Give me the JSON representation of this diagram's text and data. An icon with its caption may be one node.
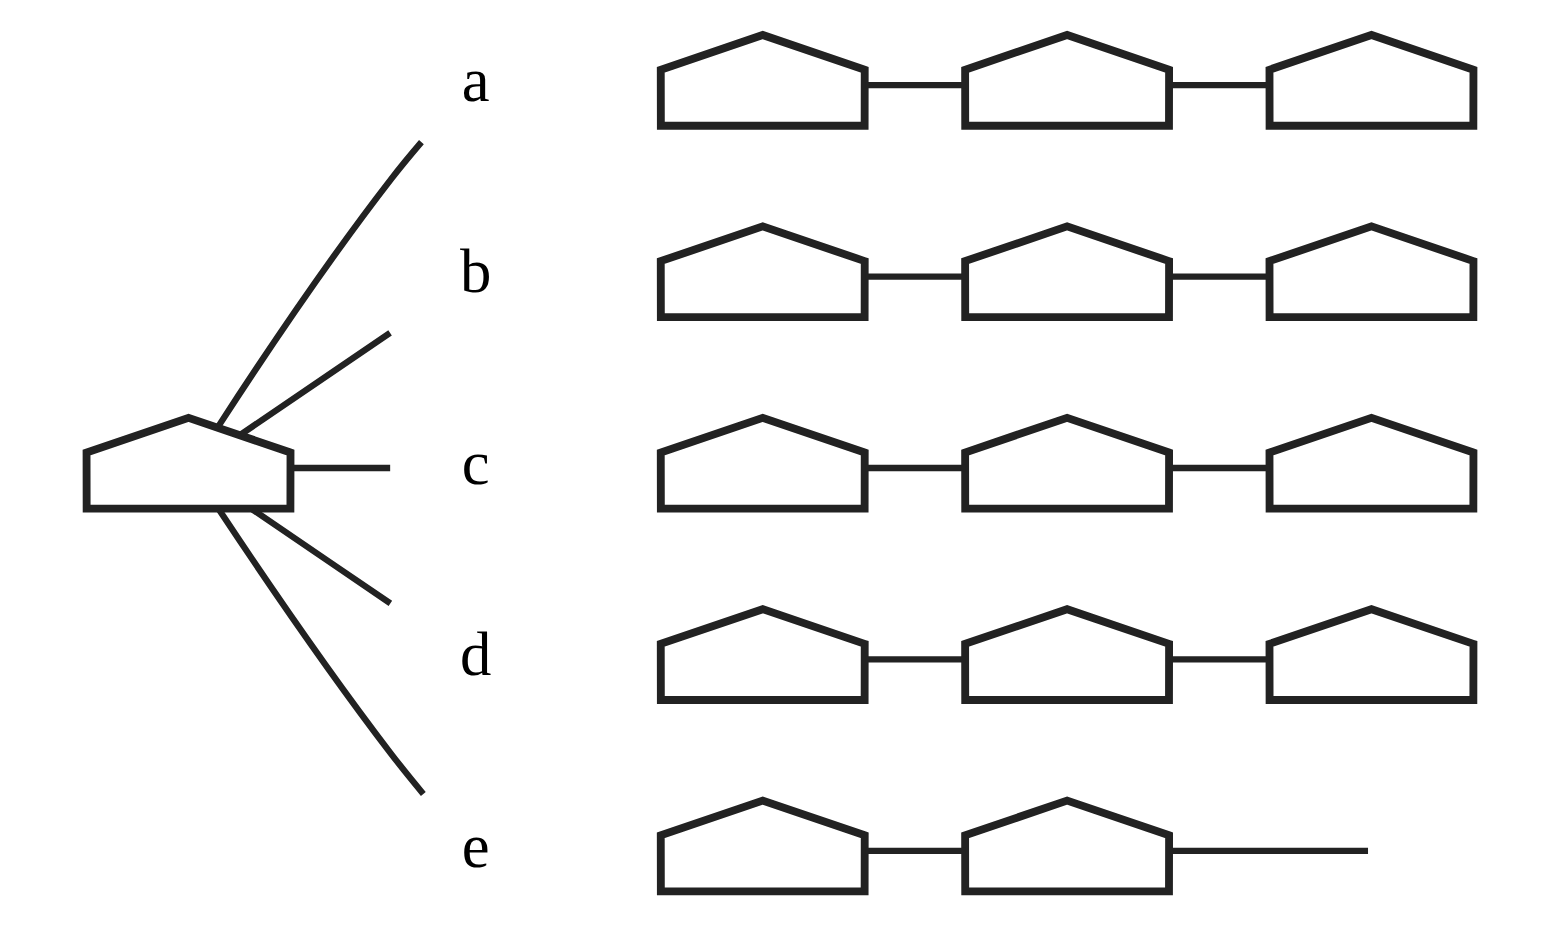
{
  "diagram": {
    "nodes": [
      {
        "text": [],
        "shape": "curve"
      },
      {
        "text": [
          "a"
        ]
      },
      {
        "text": [],
        "shape": "curve"
      },
      {
        "text": [],
        "shape": "curve"
      },
      {
        "text": [],
        "shape": "curve"
      },
      {
        "text": [
          "b"
        ]
      },
      {
        "text": [],
        "shape": "curve"
      },
      {
        "text": [],
        "shape": "curve"
      },
      {
        "text": [],
        "shape": "curve"
      },
      {
        "text": [
          "c"
        ]
      },
      {
        "text": [],
        "shape": "curve"
      },
      {
        "text": [],
        "shape": "curve"
      },
      {
        "text": [],
        "shape": "curve"
      },
      {
        "text": [
          "d"
        ]
      },
      {
        "text": [],
        "shape": "curve"
      },
      {
        "text": [],
        "shape": "curve"
      },
      {
        "text": [],
        "shape": "curve"
      },
      {
        "text": [
          "e"
        ]
      },
      {
        "text": [],
        "shape": "curve"
      },
      {
        "text": [],
        "shape": "curve"
      }
    ],
    "edges": [
      {
        "from": 0,
        "to": 1,
        "arrow": "none"
      },
      {
        "from": 0,
        "to": 5,
        "arrow": "none"
      },
      {
        "from": 0,
        "to": 9,
        "arrow": "none"
      },
      {
        "from": 0,
        "to": 13,
        "arrow": "none"
      },
      {
        "from": 0,
        "to": 17,
        "arrow": "none"
      },
      {
        "from": 2,
        "to": 3,
        "arrow": "none"
      },
      {
        "from": 3,
        "to": 4,
        "arrow": "none"
      },
      {
        "from": 6,
        "to": 7,
        "arrow": "none"
      },
      {
        "from": 7,
        "to": 8,
        "arrow": "none"
      },
      {
        "from": 10,
        "to": 11,
        "arrow": "none"
      },
      {
        "from": 11,
        "to": 12,
        "arrow": "none"
      },
      {
        "from": 14,
        "to": 15,
        "arrow": "none"
      },
      {
        "from": 15,
        "to": 16,
        "arrow": "none"
      },
      {
        "from": 18,
        "to": 19,
        "arrow": "none"
      },
      {
        "from": 19,
        "to": null,
        "arrow": "none"
      }
    ]
  }
}
